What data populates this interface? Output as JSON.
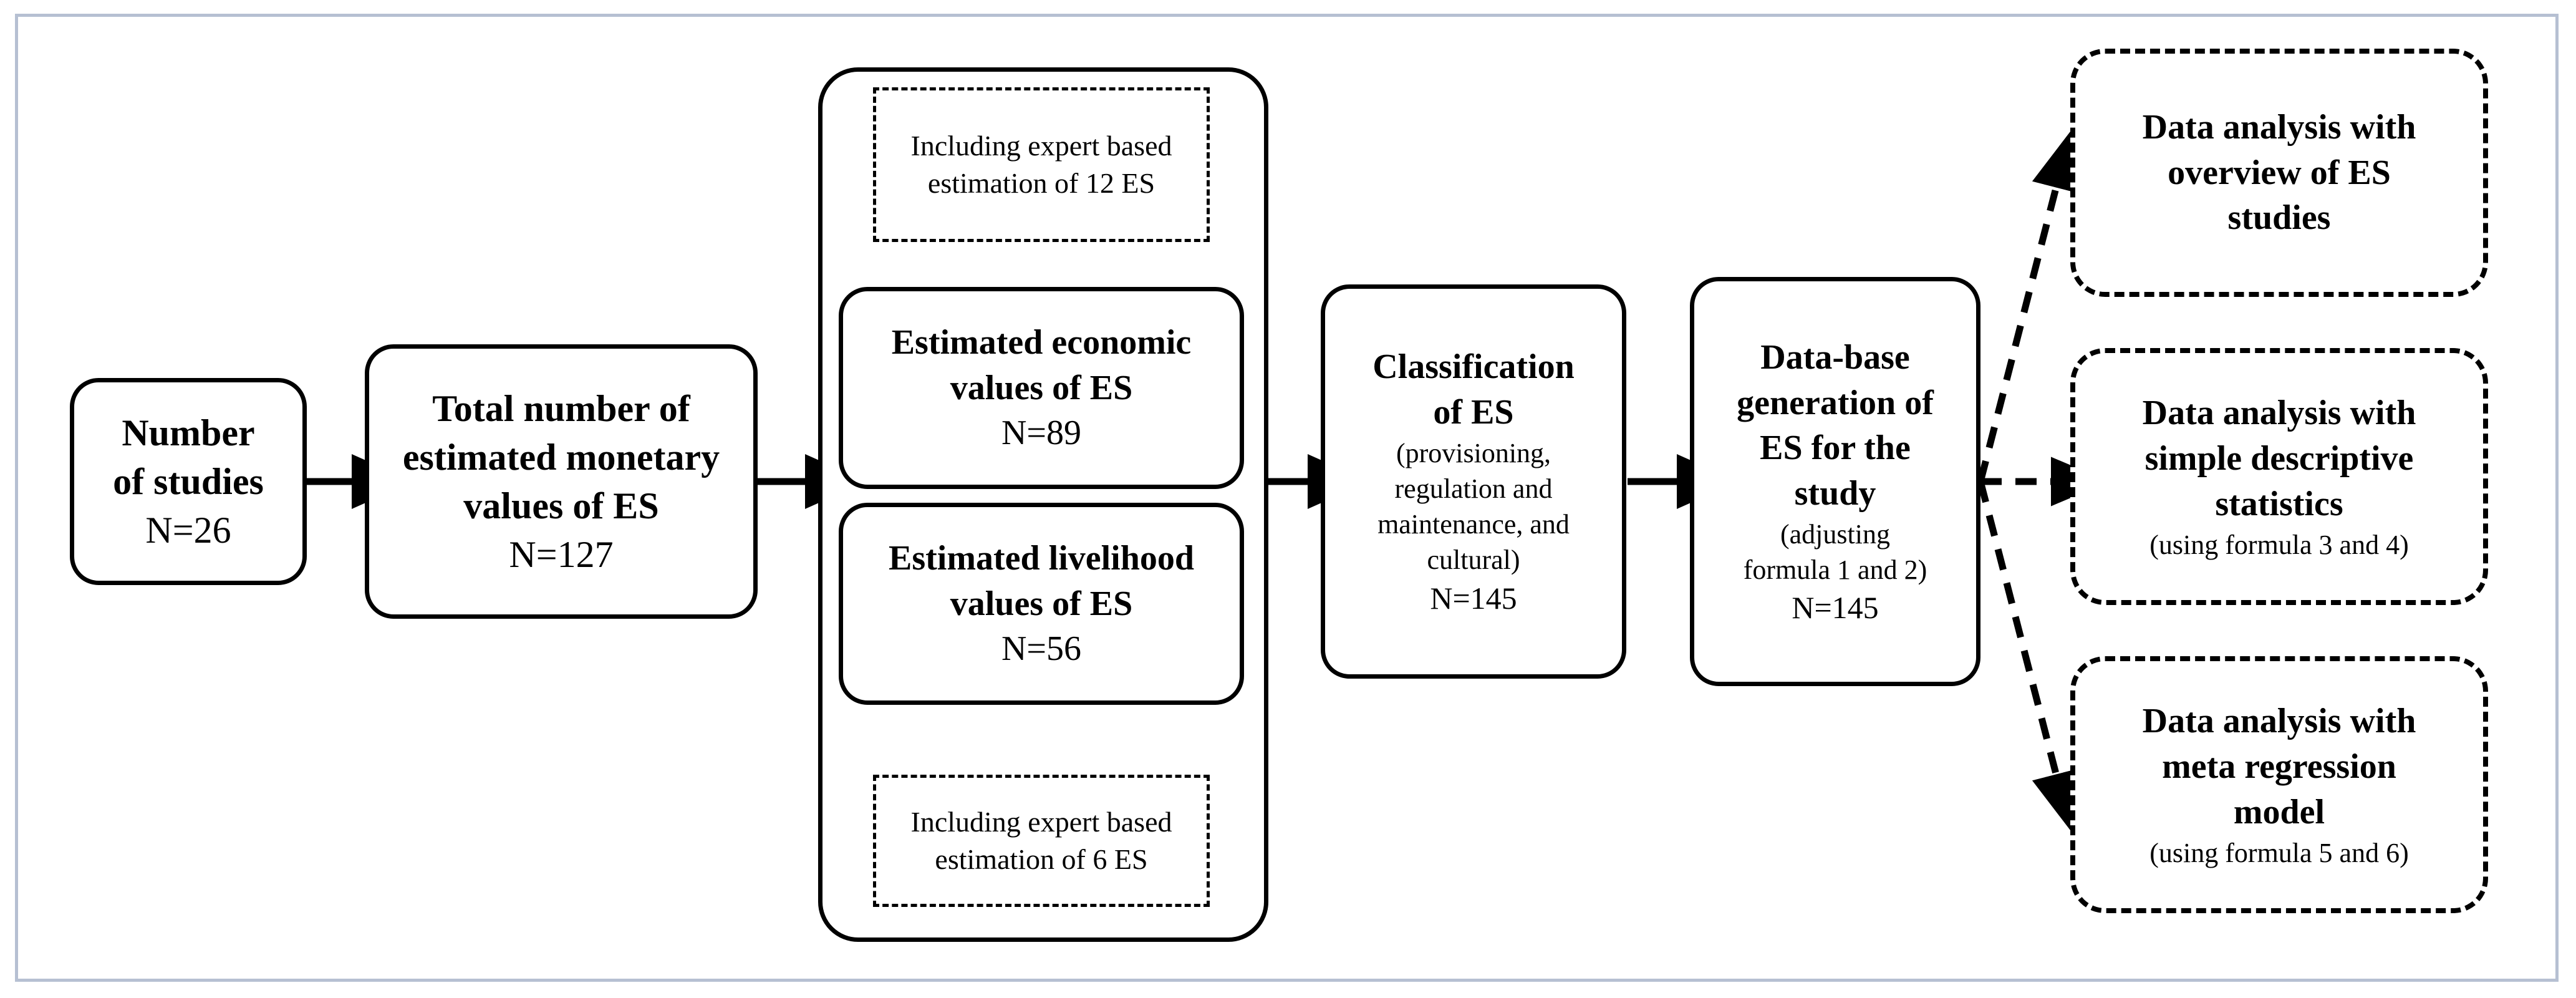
{
  "diagram": {
    "title": "Research workflow for economic valuation of ecosystem services",
    "frame_color": "#b6c0d2",
    "line_color": "#000000",
    "background": "#ffffff"
  },
  "nodes": {
    "studies": {
      "title_line1": "Number",
      "title_line2": "of studies",
      "n": "N=26"
    },
    "monetary": {
      "title_line1": "Total number of",
      "title_line2": "estimated monetary",
      "title_line3": "values of ES",
      "n": "N=127"
    },
    "note_top": {
      "line1": "Including expert based",
      "line2": "estimation of 12 ES"
    },
    "economic": {
      "title_line1": "Estimated economic",
      "title_line2": "values of ES",
      "n": "N=89"
    },
    "livelihood": {
      "title_line1": "Estimated livelihood",
      "title_line2": "values of ES",
      "n": "N=56"
    },
    "note_bottom": {
      "line1": "Including expert based",
      "line2": "estimation of 6 ES"
    },
    "classification": {
      "title_line1": "Classification",
      "title_line2": "of ES",
      "sub_line1": "(provisioning,",
      "sub_line2": "regulation and",
      "sub_line3": "maintenance, and",
      "sub_line4": "cultural)",
      "n": "N=145"
    },
    "database": {
      "title_line1": "Data-base",
      "title_line2": "generation of",
      "title_line3": "ES for the",
      "title_line4": "study",
      "sub_line1": "(adjusting",
      "sub_line2": "formula 1 and 2)",
      "n": "N=145"
    },
    "out_overview": {
      "title_line1": "Data analysis with",
      "title_line2": "overview of ES",
      "title_line3": "studies"
    },
    "out_descriptive": {
      "title_line1": "Data analysis with",
      "title_line2": "simple descriptive",
      "title_line3": "statistics",
      "sub_line1": "(using formula 3 and 4)"
    },
    "out_meta": {
      "title_line1": "Data analysis with",
      "title_line2": "meta regression",
      "title_line3": "model",
      "sub_line1": "(using formula 5 and 6)"
    }
  },
  "connectors": {
    "studies_to_monetary": "solid-arrow-right",
    "monetary_to_group": "solid-arrow-right",
    "group_to_classification": "solid-arrow-right",
    "classification_to_database": "solid-arrow-right",
    "note_top_to_economic": "hollow-dashed-arrow-down",
    "note_bottom_to_livelihood": "hollow-dashed-arrow-up",
    "database_to_overview": "dashed-arrow-diagonal-up",
    "database_to_descriptive": "dashed-arrow-right",
    "database_to_meta": "dashed-arrow-diagonal-down"
  }
}
